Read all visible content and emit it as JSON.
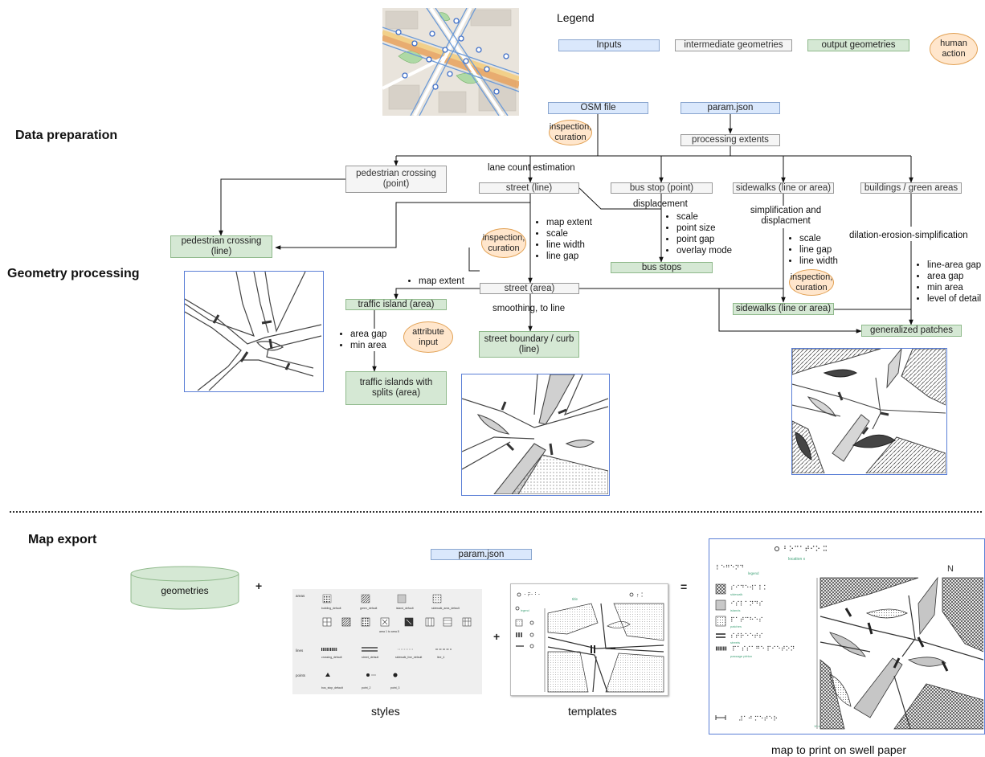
{
  "legend": {
    "title": "Legend",
    "inputs": "Inputs",
    "intermediate": "intermediate geometries",
    "output": "output geometries",
    "human": "human action"
  },
  "sections": {
    "data_preparation": "Data preparation",
    "geometry_processing": "Geometry processing",
    "map_export": "Map export"
  },
  "nodes": {
    "osm_file": "OSM file",
    "param_json": "param.json",
    "processing_extents": "processing extents",
    "pedestrian_crossing_point": "pedestrian crossing (point)",
    "street_line": "street (line)",
    "bus_stop_point": "bus stop (point)",
    "sidewalks_line_or_area": "sidewalks (line or area)",
    "buildings_green": "buildings / green areas",
    "pedestrian_crossing_line": "pedestrian crossing (line)",
    "bus_stops": "bus stops",
    "street_area": "street (area)",
    "traffic_island_area": "traffic island (area)",
    "street_boundary": "street boundary / curb (line)",
    "traffic_islands_splits": "traffic islands with splits (area)",
    "sidewalks_out": "sidewalks (line or area)",
    "generalized_patches": "generalized patches",
    "geometries": "geometries",
    "param_json_export": "param.json"
  },
  "human_actions": {
    "inspection_curation_1": "inspection, curation",
    "inspection_curation_2": "inspection, curation",
    "inspection_curation_3": "inspection, curation",
    "attribute_input": "attribute input"
  },
  "edge_labels": {
    "lane_count": "lane count estimation",
    "displacement": "displacement",
    "simplification": "simplification and displacment",
    "dilation": "dilation-erosion-simplification",
    "smoothing": "smoothing, to line"
  },
  "params": {
    "street": [
      "map extent",
      "scale",
      "line width",
      "line gap"
    ],
    "bus": [
      "scale",
      "point size",
      "point gap",
      "overlay mode"
    ],
    "sidewalk": [
      "scale",
      "line gap",
      "line width"
    ],
    "patches": [
      "line-area gap",
      "area gap",
      "min area",
      "level of detail"
    ],
    "map_extent": [
      "map extent"
    ],
    "island": [
      "area gap",
      "min area"
    ]
  },
  "operators": {
    "plus1": "+",
    "plus2": "+",
    "equals": "="
  },
  "captions": {
    "styles": "styles",
    "templates": "templates",
    "map_print": "map to print on swell paper"
  },
  "styles_panel": {
    "areas": "areas",
    "lines": "lines",
    "points": "points",
    "area_labels": [
      "building_default",
      "green_default",
      "island_default",
      "sidewalk_area_default"
    ],
    "area_row2_label": "area 1 to area 8",
    "line_labels": [
      "crossing_default",
      "street_default",
      "sidewalk_line_default",
      "line_4"
    ],
    "point_labels": [
      "bus_stop_default",
      "point_2",
      "point_3"
    ]
  },
  "template_panel": {
    "title": "title",
    "legend_label": "legend"
  },
  "map_panel": {
    "location": "location x",
    "legend": "legend",
    "sidewalk": "sidewalk",
    "islands": "islands",
    "patches": "patches",
    "streets": "streets",
    "crossing": "passage piéton",
    "scale": "10 meter",
    "north": "N"
  },
  "colors": {
    "input": "#dae8fc",
    "intermediate": "#f5f5f5",
    "output": "#d5e8d4",
    "human": "#ffe6cc",
    "thumb_border": "#5b7fd6",
    "braille_label": "#43a37a"
  }
}
